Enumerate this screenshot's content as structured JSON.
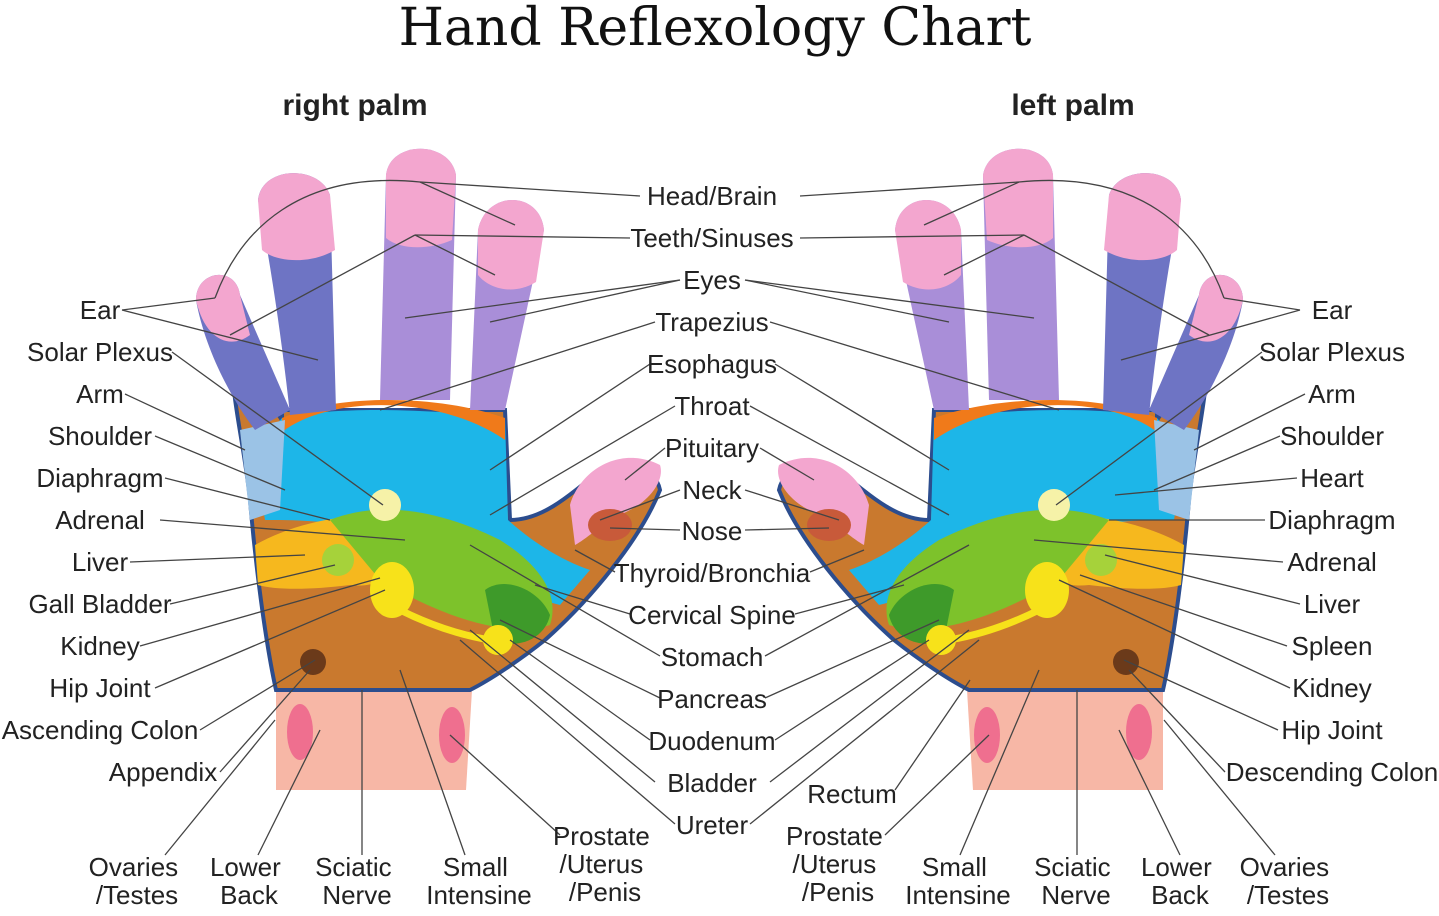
{
  "title": "Hand Reflexology Chart",
  "right_palm_heading": "right palm",
  "left_palm_heading": "left palm",
  "center_labels": [
    "Head/Brain",
    "Teeth/Sinuses",
    "Eyes",
    "Trapezius",
    "Esophagus",
    "Throat",
    "Pituitary",
    "Neck",
    "Nose",
    "Thyroid/Bronchia",
    "Cervical Spine",
    "Stomach",
    "Pancreas",
    "Duodenum",
    "Bladder",
    "Ureter"
  ],
  "right_side_labels": [
    "Ear",
    "Solar Plexus",
    "Arm",
    "Shoulder",
    "Diaphragm",
    "Adrenal",
    "Liver",
    "Gall Bladder",
    "Kidney",
    "Hip Joint",
    "Ascending Colon",
    "Appendix"
  ],
  "left_side_labels": [
    "Ear",
    "Solar Plexus",
    "Arm",
    "Shoulder",
    "Heart",
    "Diaphragm",
    "Adrenal",
    "Liver",
    "Spleen",
    "Kidney",
    "Hip Joint",
    "Descending Colon"
  ],
  "rectum_label": "Rectum",
  "right_bottom_labels": [
    [
      "Ovaries",
      "/Testes"
    ],
    [
      "Lower",
      "Back"
    ],
    [
      "Sciatic",
      "Nerve"
    ],
    [
      "Small",
      "Intensine"
    ],
    [
      "Prostate",
      "/Uterus",
      "/Penis"
    ]
  ],
  "left_bottom_labels": [
    [
      "Prostate",
      "/Uterus",
      "/Penis"
    ],
    [
      "Small",
      "Intensine"
    ],
    [
      "Sciatic",
      "Nerve"
    ],
    [
      "Lower",
      "Back"
    ],
    [
      "Ovaries",
      "/Testes"
    ]
  ],
  "colors": {
    "fingertip": "#f3a6cf",
    "finger_blue": "#6e74c4",
    "finger_purple": "#a98ed8",
    "orange_band": "#f07a1a",
    "cyan_zone": "#1db6e8",
    "light_blue": "#9bc3e6",
    "green": "#7dc22b",
    "dark_green": "#3e9a2a",
    "yellow": "#f7d21a",
    "gold": "#f6b81e",
    "brown": "#c9792e",
    "wrist": "#f7b7a6",
    "wrist_spot": "#ef6f8f",
    "outline": "#2c4d8e"
  }
}
